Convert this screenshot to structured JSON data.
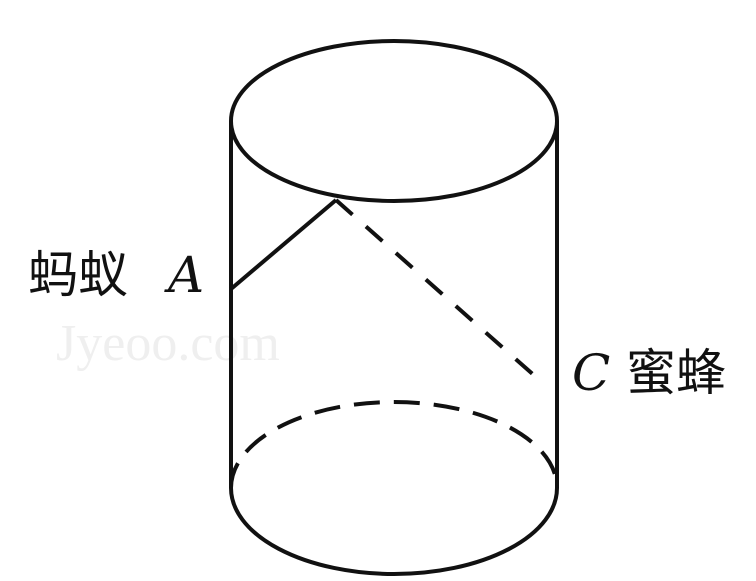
{
  "labels": {
    "ant_word": "蚂蚁",
    "ant_point": "A",
    "bee_point": "C",
    "bee_word": "蜜蜂"
  },
  "watermark": {
    "text": "Jyeoo.com"
  },
  "colors": {
    "line": "#111111",
    "watermark": "#efefef",
    "background": "#ffffff"
  }
}
